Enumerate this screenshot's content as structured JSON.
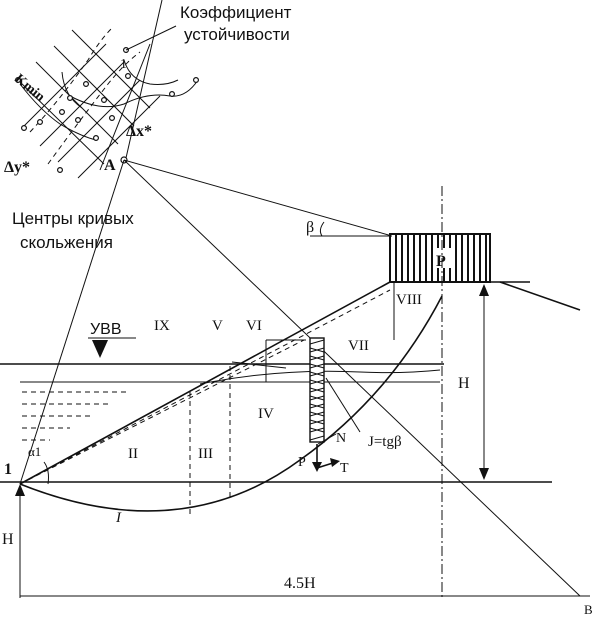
{
  "labels": {
    "safety_factor_line1": "Коэффициент",
    "safety_factor_line2": "устойчивости",
    "centers_line1": "Центры кривых",
    "centers_line2": "скольжения",
    "k_min": "Kmin",
    "one_label": "1",
    "dx": "Δx*",
    "dy": "Δy*",
    "point_a": "A",
    "beta": "β",
    "load_p": "P",
    "uvv": "УВВ",
    "roman_i": "I",
    "roman_ii": "II",
    "roman_iii": "III",
    "roman_iv": "IV",
    "roman_v": "V",
    "roman_vi": "VI",
    "roman_vii": "VII",
    "roman_viii": "VIII",
    "roman_ix": "IX",
    "alpha1": "α1",
    "point_1": "1",
    "force_n": "N",
    "force_p": "P",
    "force_t": "T",
    "j_formula": "J=tgβ",
    "dim_h_right": "H",
    "dim_h_left": "H",
    "dim_45h": "4.5H",
    "point_b": "B"
  }
}
